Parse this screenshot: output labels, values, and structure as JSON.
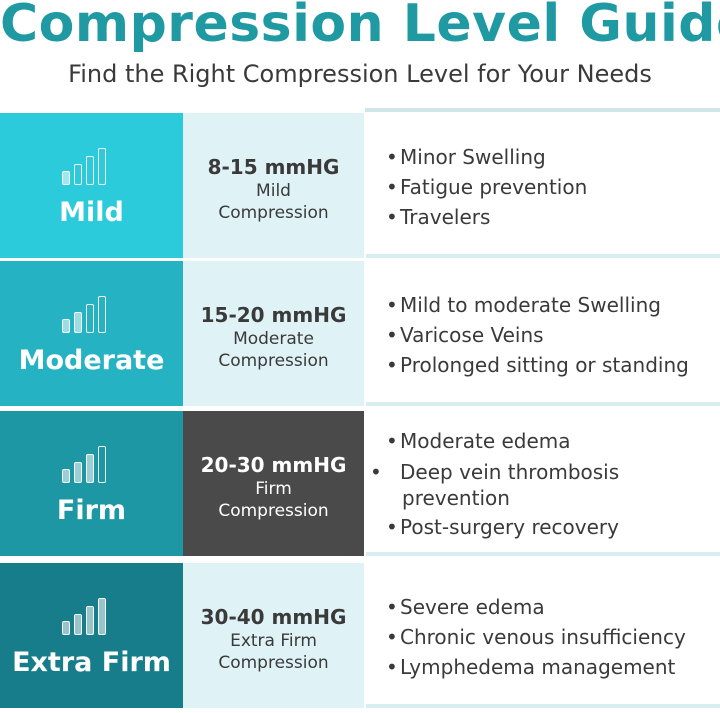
{
  "title": "Compression Level Guide",
  "subtitle": "Find the Right Compression Level for Your Needs",
  "colors": {
    "title": "#1f9aa3",
    "pressure_bg": "#dff2f5",
    "highlight": "#4a4a4a"
  },
  "rows": [
    {
      "level": "Mild",
      "icon": "signal-bars-icon",
      "filled_bars": 1,
      "range": "8-15 mmHG",
      "line1": "Mild",
      "line2": "Compression",
      "highlighted": false,
      "color": "#2ccbdc",
      "uses": [
        "Minor Swelling",
        "Fatigue prevention",
        "Travelers"
      ]
    },
    {
      "level": "Moderate",
      "icon": "signal-bars-icon",
      "filled_bars": 2,
      "range": "15-20 mmHG",
      "line1": "Moderate",
      "line2": "Compression",
      "highlighted": false,
      "color": "#25b2c2",
      "uses": [
        "Mild to moderate Swelling",
        "Varicose Veins",
        "Prolonged sitting or standing"
      ]
    },
    {
      "level": "Firm",
      "icon": "signal-bars-icon",
      "filled_bars": 3,
      "range": "20-30 mmHG",
      "line1": "Firm",
      "line2": "Compression",
      "highlighted": true,
      "color": "#1e97a5",
      "uses": [
        "Moderate edema",
        "Deep vein thrombosis prevention",
        "Post-surgery recovery"
      ]
    },
    {
      "level": "Extra Firm",
      "icon": "signal-bars-icon",
      "filled_bars": 4,
      "range": "30-40 mmHG",
      "line1": "Extra Firm",
      "line2": "Compression",
      "highlighted": false,
      "color": "#177d8b",
      "uses": [
        "Severe edema",
        "Chronic venous insufficiency",
        "Lymphedema management"
      ]
    }
  ]
}
